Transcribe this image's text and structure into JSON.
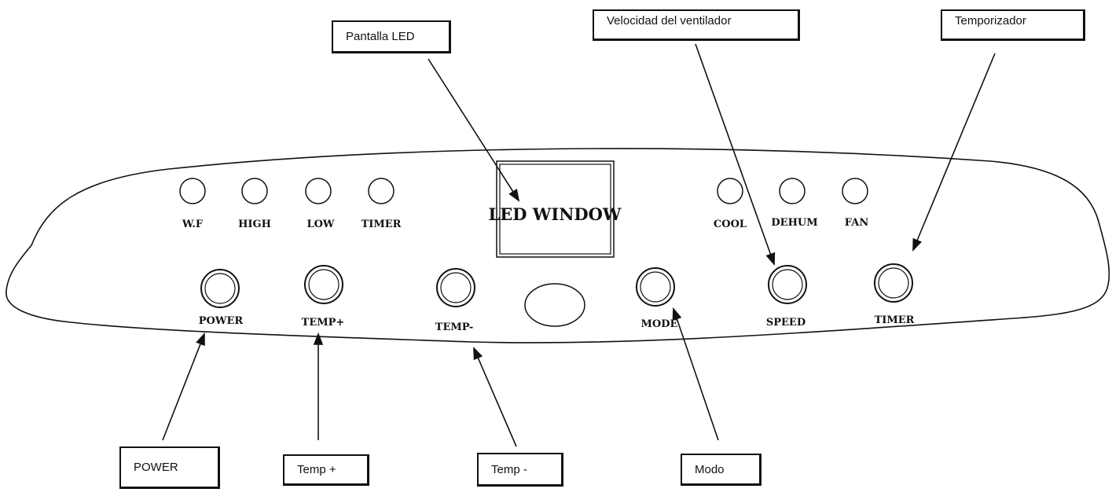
{
  "panel": {
    "indicators_left": [
      "W.F",
      "HIGH",
      "LOW",
      "TIMER"
    ],
    "indicators_right": [
      "COOL",
      "DEHUM",
      "FAN"
    ],
    "led_window": "LED WINDOW",
    "buttons": [
      "POWER",
      "TEMP+",
      "TEMP-",
      "MODE",
      "SPEED",
      "TIMER"
    ]
  },
  "callouts": {
    "led": "Pantalla LED",
    "fan_speed": "Velocidad del ventilador",
    "timer": "Temporizador",
    "power": "POWER",
    "temp_up": "Temp +",
    "temp_down": "Temp -",
    "mode": "Modo"
  },
  "colors": {
    "ink": "#111111",
    "background": "#ffffff"
  }
}
